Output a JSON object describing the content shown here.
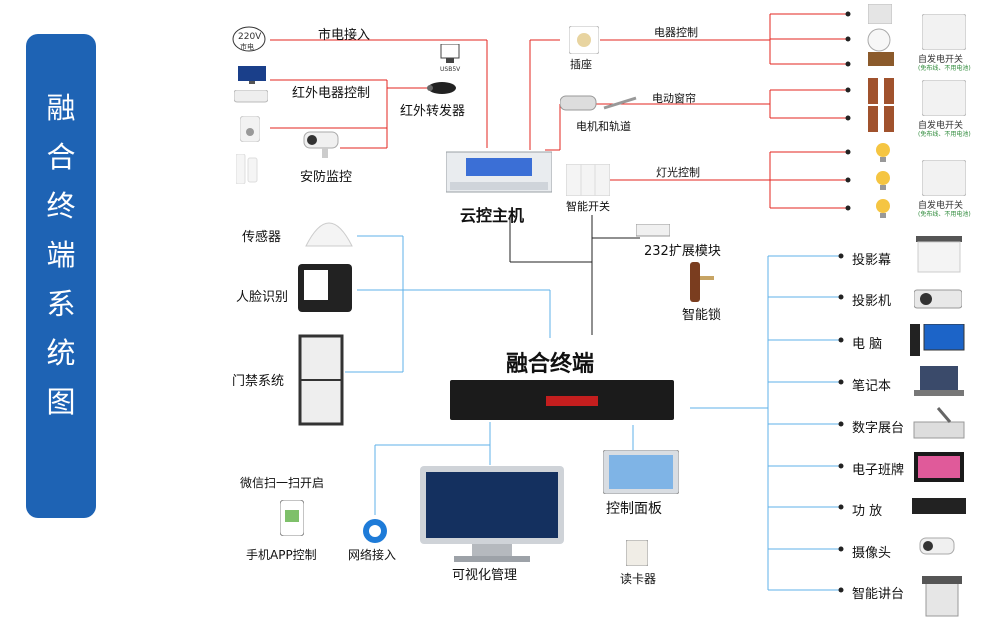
{
  "title": [
    "融",
    "合",
    "终",
    "端",
    "系",
    "统",
    "图"
  ],
  "nodes": {
    "mains_220v": "220V",
    "mains_sub": "市电",
    "mains": "市电接入",
    "ir_control": "红外电器控制",
    "usb": "USB5V",
    "ir_transmitter": "红外转发器",
    "security": "安防监控",
    "cloud_host": "云控主机",
    "socket": "插座",
    "appliance_control": "电器控制",
    "motor_track": "电机和轨道",
    "curtain": "电动窗帘",
    "smart_switch": "智能开关",
    "light_control": "灯光控制",
    "module_232": "232扩展模块",
    "smart_lock": "智能锁",
    "sensor": "传感器",
    "face_id": "人脸识别",
    "access_control": "门禁系统",
    "fusion_terminal": "融合终端",
    "wechat_scan": "微信扫一扫开启",
    "phone_app": "手机APP控制",
    "network": "网络接入",
    "visual_mgmt": "可视化管理",
    "control_panel": "控制面板",
    "card_reader": "读卡器",
    "self_powered_switch": "自发电开关",
    "switch_sub": "(免布线、不用电池)"
  },
  "devices": [
    "投影幕",
    "投影机",
    "电 脑",
    "笔记本",
    "数字展台",
    "电子班牌",
    "功 放",
    "摄像头",
    "智能讲台"
  ],
  "colors": {
    "title_bg": "#1e63b4",
    "line_red": "#e3261f",
    "line_blue": "#5fb2e8",
    "line_black": "#222222"
  }
}
